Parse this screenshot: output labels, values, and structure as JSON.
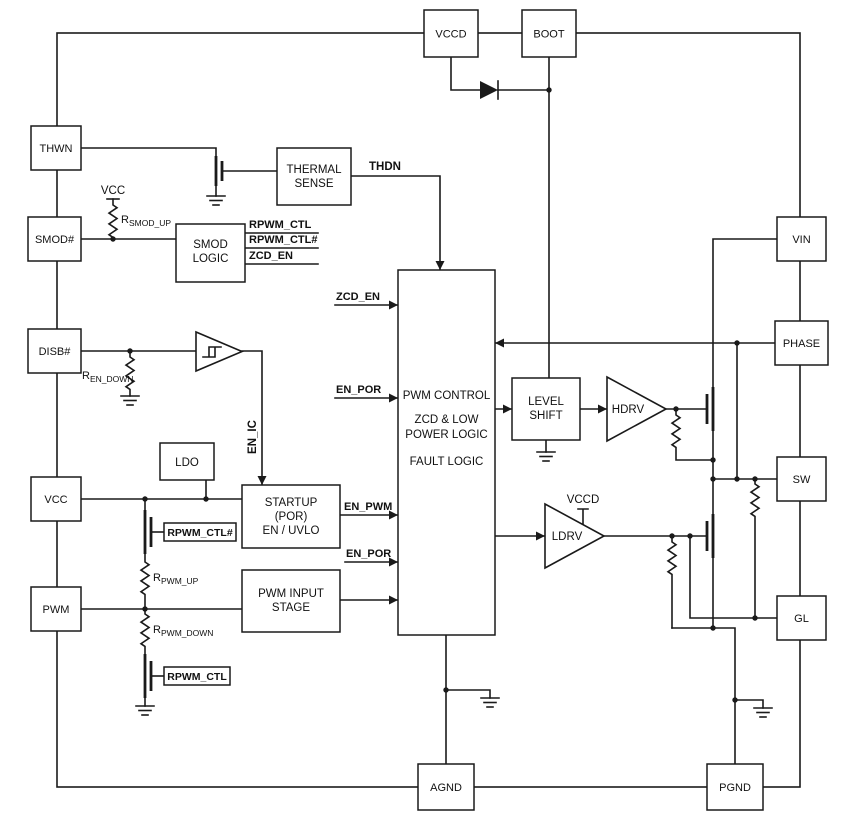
{
  "pins": {
    "vccd": "VCCD",
    "boot": "BOOT",
    "thwn": "THWN",
    "smod": "SMOD#",
    "disb": "DISB#",
    "vcc": "VCC",
    "pwm": "PWM",
    "vin": "VIN",
    "phase": "PHASE",
    "sw": "SW",
    "gl": "GL",
    "agnd": "AGND",
    "pgnd": "PGND"
  },
  "blocks": {
    "thermal_sense": [
      "THERMAL",
      "SENSE"
    ],
    "smod_logic": [
      "SMOD",
      "LOGIC"
    ],
    "ldo": "LDO",
    "startup": [
      "STARTUP",
      "(POR)",
      "EN / UVLO"
    ],
    "pwm_input": [
      "PWM INPUT",
      "STAGE"
    ],
    "pwm_control": [
      "PWM CONTROL",
      "ZCD & LOW",
      "POWER LOGIC",
      "FAULT LOGIC"
    ],
    "level_shift": [
      "LEVEL",
      "SHIFT"
    ],
    "hdrv": "HDRV",
    "ldrv": "LDRV"
  },
  "signals": {
    "thdn": "THDN",
    "rpwm_ctl_out": "RPWM_CTL",
    "rpwm_ctl_n_out": "RPWM_CTL#",
    "zcd_en_out": "ZCD_EN",
    "zcd_en_in": "ZCD_EN",
    "en_por_top": "EN_POR",
    "en_ic": "EN_IC",
    "en_pwm": "EN_PWM",
    "en_por_mid": "EN_POR",
    "gate_label_hi": "RPWM_CTL#",
    "gate_label_lo": "RPWM_CTL",
    "vcc_rail": "VCC",
    "vccd_rail": "VCCD"
  },
  "resistors": {
    "r_smod_up": {
      "prefix": "R",
      "sub": "SMOD_UP"
    },
    "r_en_down": {
      "prefix": "R",
      "sub": "EN_DOWN"
    },
    "r_pwm_up": {
      "prefix": "R",
      "sub": "PWM_UP"
    },
    "r_pwm_down": {
      "prefix": "R",
      "sub": "PWM_DOWN"
    }
  },
  "colors": {
    "line": "#1a1a1a",
    "background": "#ffffff"
  }
}
